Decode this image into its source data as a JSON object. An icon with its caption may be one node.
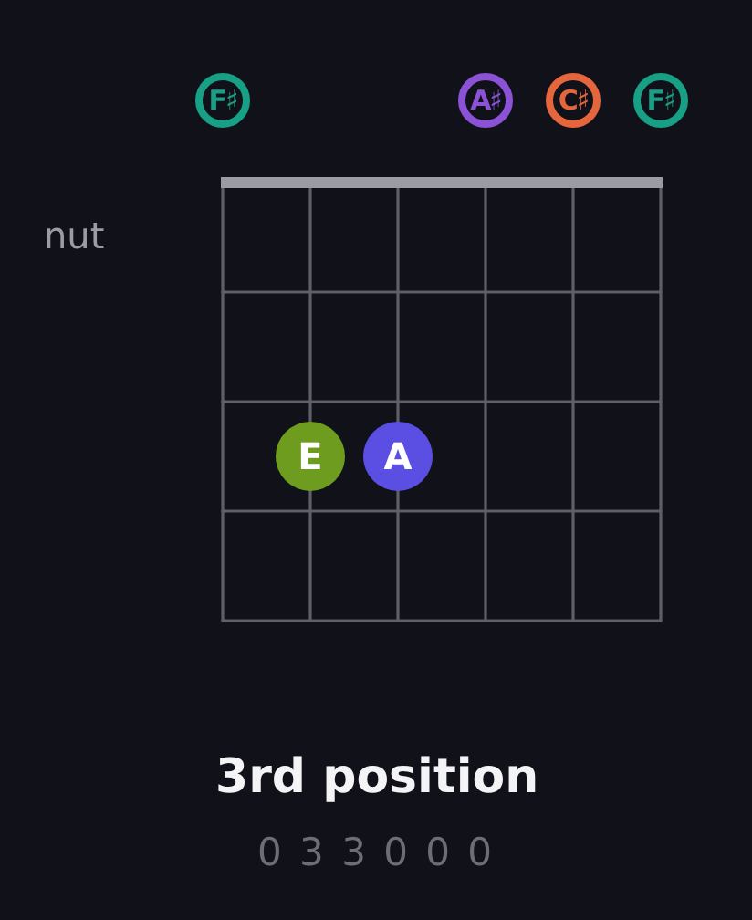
{
  "diagram": {
    "title": "3rd position",
    "nodes": [
      {
        "text": [
          "F♯"
        ]
      },
      {
        "text": [
          "A♯"
        ]
      },
      {
        "text": [
          "C♯"
        ]
      },
      {
        "text": [
          "F♯"
        ]
      },
      {
        "text": [
          "E"
        ]
      },
      {
        "text": [
          "A"
        ]
      }
    ],
    "labels": [
      "nut",
      "0 3 3 0 0 0"
    ]
  }
}
